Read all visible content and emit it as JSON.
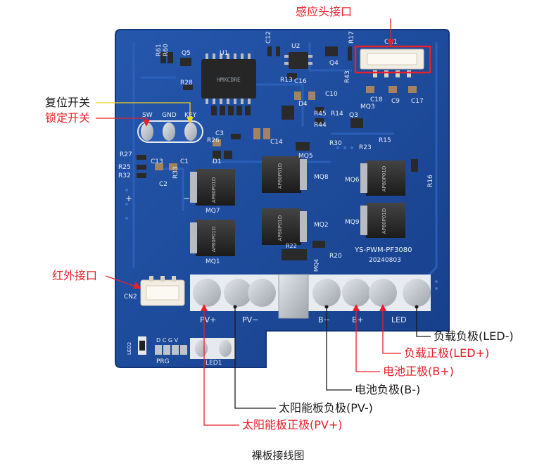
{
  "labels": {
    "sensor_head_port": "感应头接口",
    "reset_switch": "复位开关",
    "lock_switch": "锁定开关",
    "infrared_port": "红外接口",
    "load_negative": "负载负极(LED-)",
    "load_positive": "负载正极(LED+)",
    "battery_positive": "电池正极(B+)",
    "battery_negative": "电池负极(B-)",
    "solar_negative": "太阳能板负极(PV-)",
    "solar_positive": "太阳能板正极(PV+)"
  },
  "caption": "裸板接线图",
  "board": {
    "model": "YS-PWM-PF3080",
    "date": "20240803",
    "silk": {
      "cn1": "CN1",
      "cn2": "CN2",
      "sw": "SW",
      "gnd": "GND",
      "key": "KEY",
      "pv_plus": "PV+",
      "pv_minus": "PV−",
      "b_minus": "B−",
      "b_plus": "B+",
      "led": "LED",
      "prg": "PRG",
      "led1": "LED1",
      "led2": "LED2",
      "dcgv": "D C G V",
      "plus": "+",
      "minus": "−",
      "u1": "U1",
      "u2": "U2",
      "q4": "Q4",
      "q5": "Q5",
      "q3": "Q3",
      "mq1": "MQ1",
      "mq2": "MQ2",
      "mq3": "MQ3",
      "mq5": "MQ5",
      "mq6": "MQ6",
      "mq7": "MQ7",
      "mq8": "MQ8",
      "mq9": "MQ9",
      "mq4": "MQ4",
      "r16": "R16",
      "r17": "R17",
      "r20": "R20",
      "r22": "R22",
      "r23": "R23",
      "r25": "R25",
      "r26": "R26",
      "r27": "R27",
      "r28": "R28",
      "r30": "R30",
      "r32": "R32",
      "r33": "R33",
      "r43": "R43",
      "r44": "R44",
      "r45": "R45",
      "r60": "R60",
      "r61": "R61",
      "r13": "R13",
      "r14": "R14",
      "r15": "R15",
      "c1": "C1",
      "c2": "C2",
      "c3": "C3",
      "c9": "C9",
      "c10": "C10",
      "c12": "C12",
      "c13": "C13",
      "c14": "C14",
      "c16": "C16",
      "c17": "C17",
      "c18": "C18",
      "d1": "D1",
      "d4": "D4"
    },
    "chip_text": "HMXCDRE",
    "mosfet_text": "AP80P01D"
  },
  "colors": {
    "board": "#1d4a9a",
    "label_red": "#e8202a",
    "label_black": "#1a1a1a"
  }
}
